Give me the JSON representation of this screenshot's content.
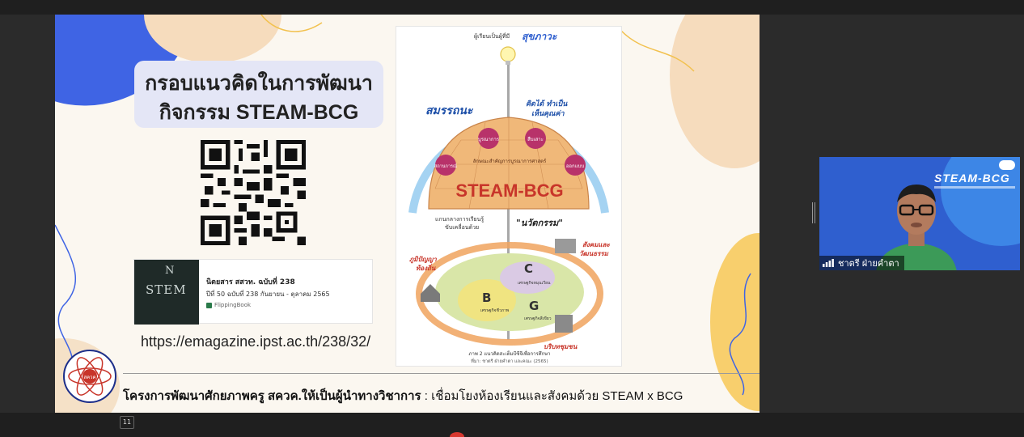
{
  "slide": {
    "title_line1": "กรอบแนวคิดในการพัฒนา",
    "title_line2": "กิจกรรม STEAM-BCG",
    "magazine": {
      "cover_letter": "N",
      "cover_word": "STEM",
      "title": "นิตยสาร สสวท. ฉบับที่ 238",
      "subtitle": "ปีที่ 50 ฉบับที่ 238 กันยายน - ตุลาคม 2565",
      "brand": "FlippingBook"
    },
    "url": "https://emagazine.ipst.ac.th/238/32/",
    "footer": {
      "project": "โครงการพัฒนาศักยภาพครู สควค.ให้เป็นผู้นำทางวิชาการ",
      "separator": " : ",
      "subtitle": "เชื่อมโยงห้องเรียนและสังคมด้วย STEAM x BCG",
      "logo_text": "สควค"
    },
    "poster": {
      "top_label_prefix": "ผู้เรียนเป็นผู้ที่มี",
      "top_label_highlight": "สุขภาวะ",
      "competency": "สมรรถนะ",
      "values": "คิดได้ ทำเป็น",
      "values2": "เห็นคุณค่า",
      "node_integrated": "บูรณาการ",
      "node_inquiry": "สืบเสาะ",
      "node_situation": "สถานการณ์",
      "node_design": "ออกแบบ",
      "key_features": "ลักษณะสำคัญการบูรณาการศาสตร์",
      "dome_title": "STEAM-BCG",
      "core_learning": "แกนกลางการเรียนรู้",
      "driven_by": "ขับเคลื่อนด้วย",
      "innovation": "\"นวัตกรรม\"",
      "local_wisdom": "ภูมิปัญญา",
      "local_wisdom2": "ท้องถิ่น",
      "society_culture": "สังคมและ",
      "society_culture2": "วัฒนธรรม",
      "community": "บริบทชุมชน",
      "b_letter": "B",
      "b_label": "เศรษฐกิจชีวภาพ",
      "c_letter": "C",
      "c_label": "เศรษฐกิจหมุนเวียน",
      "g_letter": "G",
      "g_label": "เศรษฐกิจสีเขียว",
      "caption1": "ภาพ 2 แนวคิดสะเต็มบีซีจีเพื่อการศึกษา",
      "caption2": "ที่มา: ชาตรี ฝ่ายคำตา และคณะ (2565)"
    }
  },
  "video": {
    "brand": "STEAM-BCG",
    "participant_name": "ชาตรี ฝ่ายคำตา"
  },
  "toolbar": {
    "badge": "11"
  },
  "colors": {
    "accent_blue": "#3f64e4",
    "peach": "#f6dcbd",
    "yellow": "#f8cf6d",
    "dome_orange": "#e8a05a",
    "steam_red": "#c8352a",
    "video_blue": "#2f5fcf"
  }
}
